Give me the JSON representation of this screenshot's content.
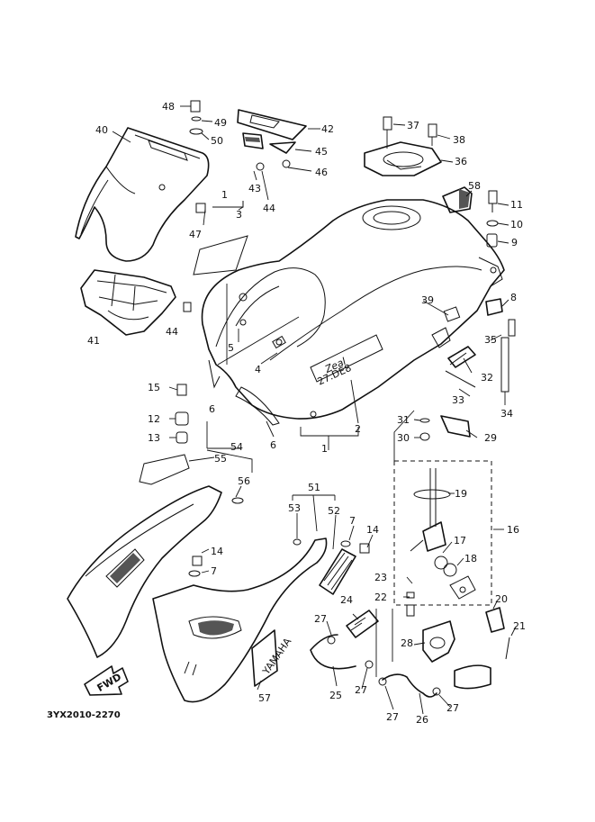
{
  "diagram": {
    "code": "3YX2010-2270",
    "fwd_label": "FWD",
    "tank_badge": "Zeal",
    "tank_badge_sub": "27.DE8",
    "side_emblem": "YAMAHA",
    "callouts": {
      "c1a": "1",
      "c1b": "1",
      "c2": "2",
      "c3": "3",
      "c4": "4",
      "c5": "5",
      "c6a": "6",
      "c6b": "6",
      "c7a": "7",
      "c7b": "7",
      "c8": "8",
      "c9": "9",
      "c10": "10",
      "c11": "11",
      "c12": "12",
      "c13": "13",
      "c14a": "14",
      "c14b": "14",
      "c15": "15",
      "c16": "16",
      "c17": "17",
      "c18": "18",
      "c19": "19",
      "c20": "20",
      "c21": "21",
      "c22": "22",
      "c23": "23",
      "c24": "24",
      "c25": "25",
      "c26": "26",
      "c27a": "27",
      "c27b": "27",
      "c27c": "27",
      "c27d": "27",
      "c28": "28",
      "c29": "29",
      "c30": "30",
      "c31": "31",
      "c32": "32",
      "c33": "33",
      "c34": "34",
      "c35": "35",
      "c36": "36",
      "c37": "37",
      "c38": "38",
      "c39": "39",
      "c40": "40",
      "c41": "41",
      "c42": "42",
      "c43": "43",
      "c44a": "44",
      "c44b": "44",
      "c45": "45",
      "c46": "46",
      "c47": "47",
      "c48": "48",
      "c49": "49",
      "c50": "50",
      "c51": "51",
      "c52": "52",
      "c53": "53",
      "c54": "54",
      "c55": "55",
      "c56": "56",
      "c57": "57",
      "c58": "58"
    }
  }
}
